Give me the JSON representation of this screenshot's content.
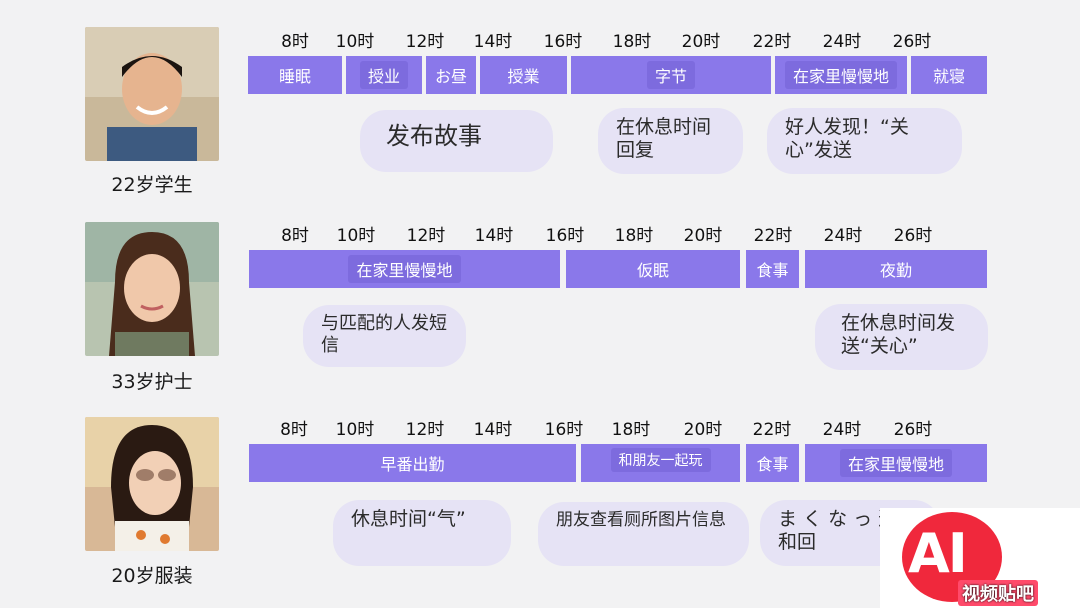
{
  "ticks": [
    "8时",
    "10时",
    "12时",
    "14时",
    "16时",
    "18时",
    "20时",
    "22时",
    "24时",
    "26时"
  ],
  "rows": [
    {
      "label": "22岁学生",
      "segments": [
        "睡眠",
        "授业",
        "お昼",
        "授業",
        "字节",
        "在家里慢慢地",
        "就寝"
      ],
      "bubbles": [
        "发布故事",
        "在休息时间回复",
        "好人发现！“关心”发送"
      ]
    },
    {
      "label": "33岁护士",
      "segments": [
        "在家里慢慢地",
        "仮眠",
        "食事",
        "夜勤"
      ],
      "bubbles": [
        "与匹配的人发短信",
        "在休息时间发送“关心”"
      ]
    },
    {
      "label": "20岁服装",
      "segments": [
        "早番出勤",
        "和朋友一起玩",
        "食事",
        "在家里慢慢地"
      ],
      "bubbles": [
        "休息时间“气”",
        "朋友查看厕所图片信息",
        "ま く な っ 道歉和回"
      ]
    }
  ],
  "watermark": {
    "logo": "AI",
    "sub": "视频贴吧"
  }
}
